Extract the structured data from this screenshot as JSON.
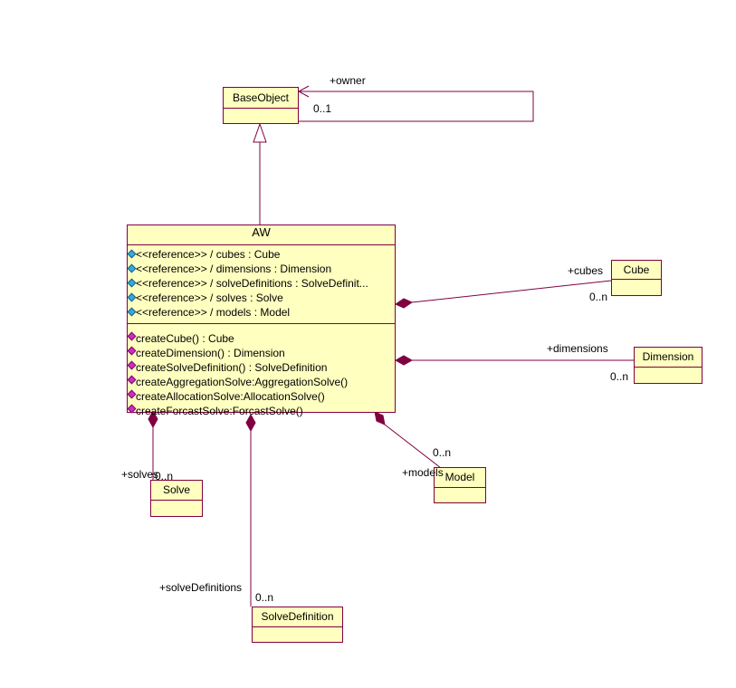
{
  "classes": {
    "base_object": {
      "name": "BaseObject"
    },
    "aw": {
      "name": "AW",
      "attributes": [
        "<<reference>> / cubes : Cube",
        "<<reference>> / dimensions : Dimension",
        "<<reference>> / solveDefinitions : SolveDefinit...",
        "<<reference>> / solves : Solve",
        "<<reference>> / models : Model"
      ],
      "operations": [
        "createCube() : Cube",
        "createDimension() : Dimension",
        "createSolveDefinition() : SolveDefinition",
        "createAggregationSolve:AggregationSolve()",
        "createAllocationSolve:AllocationSolve()",
        "createForcastSolve:ForcastSolve()"
      ]
    },
    "cube": {
      "name": "Cube"
    },
    "dimension": {
      "name": "Dimension"
    },
    "solve": {
      "name": "Solve"
    },
    "model": {
      "name": "Model"
    },
    "solve_definition": {
      "name": "SolveDefinition"
    }
  },
  "associations": {
    "owner": {
      "role": "+owner",
      "multiplicity": "0..1"
    },
    "cubes": {
      "role": "+cubes",
      "multiplicity": "0..n"
    },
    "dimensions": {
      "role": "+dimensions",
      "multiplicity": "0..n"
    },
    "solves": {
      "role": "+solves",
      "multiplicity": "0..n"
    },
    "models": {
      "role": "+models",
      "multiplicity": "0..n"
    },
    "solve_definitions": {
      "role": "+solveDefinitions",
      "multiplicity": "0..n"
    }
  },
  "colors": {
    "line": "#800040",
    "class_fill": "#ffffc0",
    "attribute_marker": "#3aa7e0",
    "operation_marker": "#d02cc0"
  }
}
